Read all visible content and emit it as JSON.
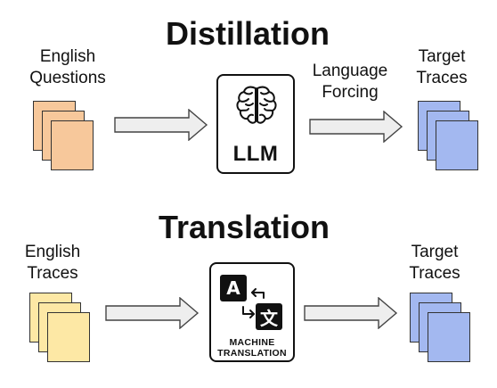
{
  "colors": {
    "orange_sheet": "#f7c89b",
    "yellow_sheet": "#fde8a5",
    "blue_sheet": "#a3b8f0",
    "arrow_fill": "#eeeeee",
    "arrow_stroke": "#444444"
  },
  "distillation": {
    "title": "Distillation",
    "input_label": [
      "English",
      "Questions"
    ],
    "arrow_label": [
      "Language",
      "Forcing"
    ],
    "model_label": "LLM",
    "model_icon": "brain-icon",
    "output_label": [
      "Target",
      "Traces"
    ]
  },
  "translation": {
    "title": "Translation",
    "input_label": [
      "English",
      "Traces"
    ],
    "model_label": [
      "MACHINE",
      "TRANSLATION"
    ],
    "model_icon": "translate-icon",
    "glyph_latin": "A",
    "glyph_cjk": "文",
    "output_label": [
      "Target",
      "Traces"
    ]
  }
}
